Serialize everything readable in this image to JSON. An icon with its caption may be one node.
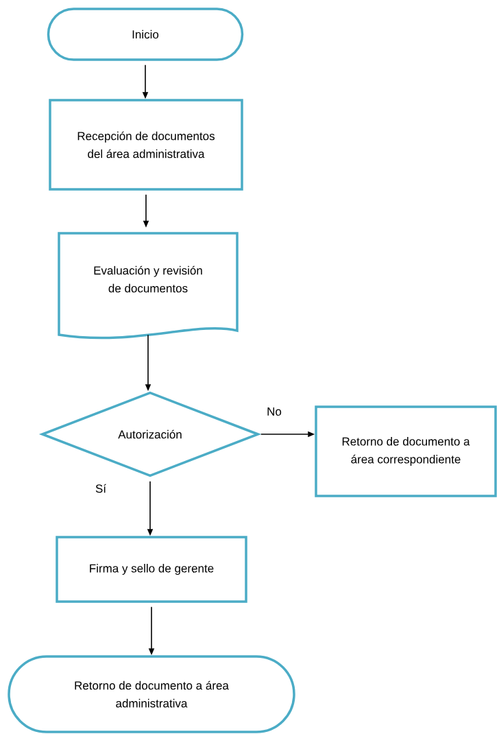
{
  "diagram": {
    "nodes": [
      {
        "text": [
          "Inicio"
        ]
      },
      {
        "text": [
          "Recepción de documentos del área administrativa"
        ]
      },
      {
        "text": [
          "Evaluación y revisión de documentos"
        ]
      },
      {
        "text": [
          "Autorización"
        ]
      },
      {
        "text": [
          "Retorno de documento a área correspondiente"
        ]
      },
      {
        "text": [
          "Firma y sello de gerente"
        ]
      },
      {
        "text": [
          "Retorno de documento a área administrativa"
        ]
      }
    ],
    "edges": [
      {
        "from": 0,
        "to": 1,
        "arrow": "to"
      },
      {
        "from": 1,
        "to": 2,
        "arrow": "to"
      },
      {
        "from": 2,
        "to": 3,
        "arrow": "to"
      },
      {
        "from": 3,
        "to": 4,
        "arrow": "to",
        "label": "No"
      },
      {
        "from": 3,
        "to": 5,
        "arrow": "to",
        "label": "Sí"
      },
      {
        "from": 5,
        "to": 6,
        "arrow": "to"
      }
    ]
  }
}
